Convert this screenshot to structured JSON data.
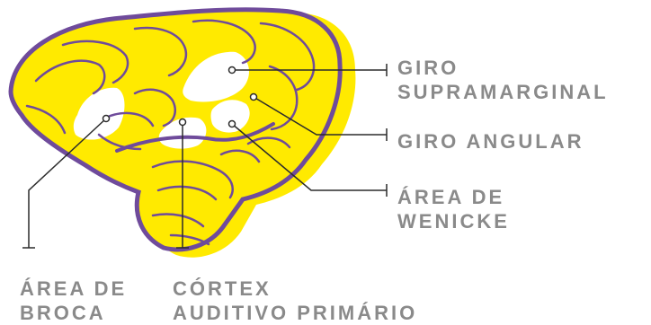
{
  "colors": {
    "brain_fill": "#ffea00",
    "outline": "#6f4b9b",
    "highlight": "#ffffff",
    "leader": "#2b2b2b",
    "label_text": "#8a8a8a"
  },
  "labels": {
    "giro_supramarginal": [
      "GIRO",
      "SUPRAMARGINAL"
    ],
    "giro_angular": [
      "GIRO ANGULAR"
    ],
    "area_wenicke": [
      "ÁREA DE",
      "WENICKE"
    ],
    "area_broca": [
      "ÁREA DE",
      "BROCA"
    ],
    "cortex_auditivo": [
      "CÓRTEX",
      "AUDITIVO PRIMÁRIO"
    ]
  }
}
